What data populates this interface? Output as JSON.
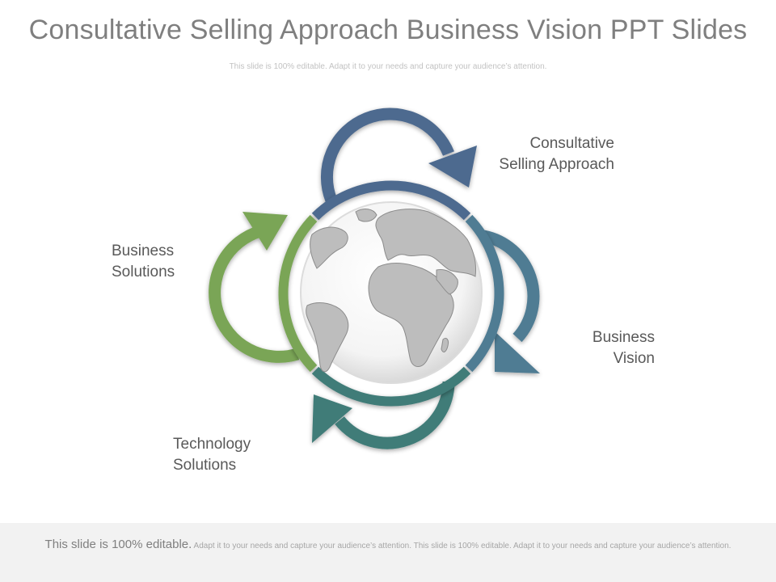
{
  "title": "Consultative Selling Approach Business Vision PPT Slides",
  "subtitle": "This slide is 100% editable. Adapt it to your needs and capture your audience’s attention.",
  "labels": {
    "consultative": [
      "Consultative",
      "Selling Approach"
    ],
    "vision": [
      "Business",
      "Vision"
    ],
    "solutions": [
      "Business",
      "Solutions"
    ],
    "technology": [
      "Technology",
      "Solutions"
    ]
  },
  "footer": {
    "lead": "This slide is 100% editable.",
    "text": "Adapt it to your needs and capture your audience’s attention. This slide is 100% editable. Adapt it to your needs and capture your audience’s attention."
  },
  "colors": {
    "top": "#4e6a8f",
    "right": "#507c93",
    "bottom": "#3f7b78",
    "left": "#7aa556",
    "globe_land": "#bdbdbd"
  },
  "icons": {
    "center": "globe-icon",
    "arrows": "circular-arrow-icon"
  }
}
